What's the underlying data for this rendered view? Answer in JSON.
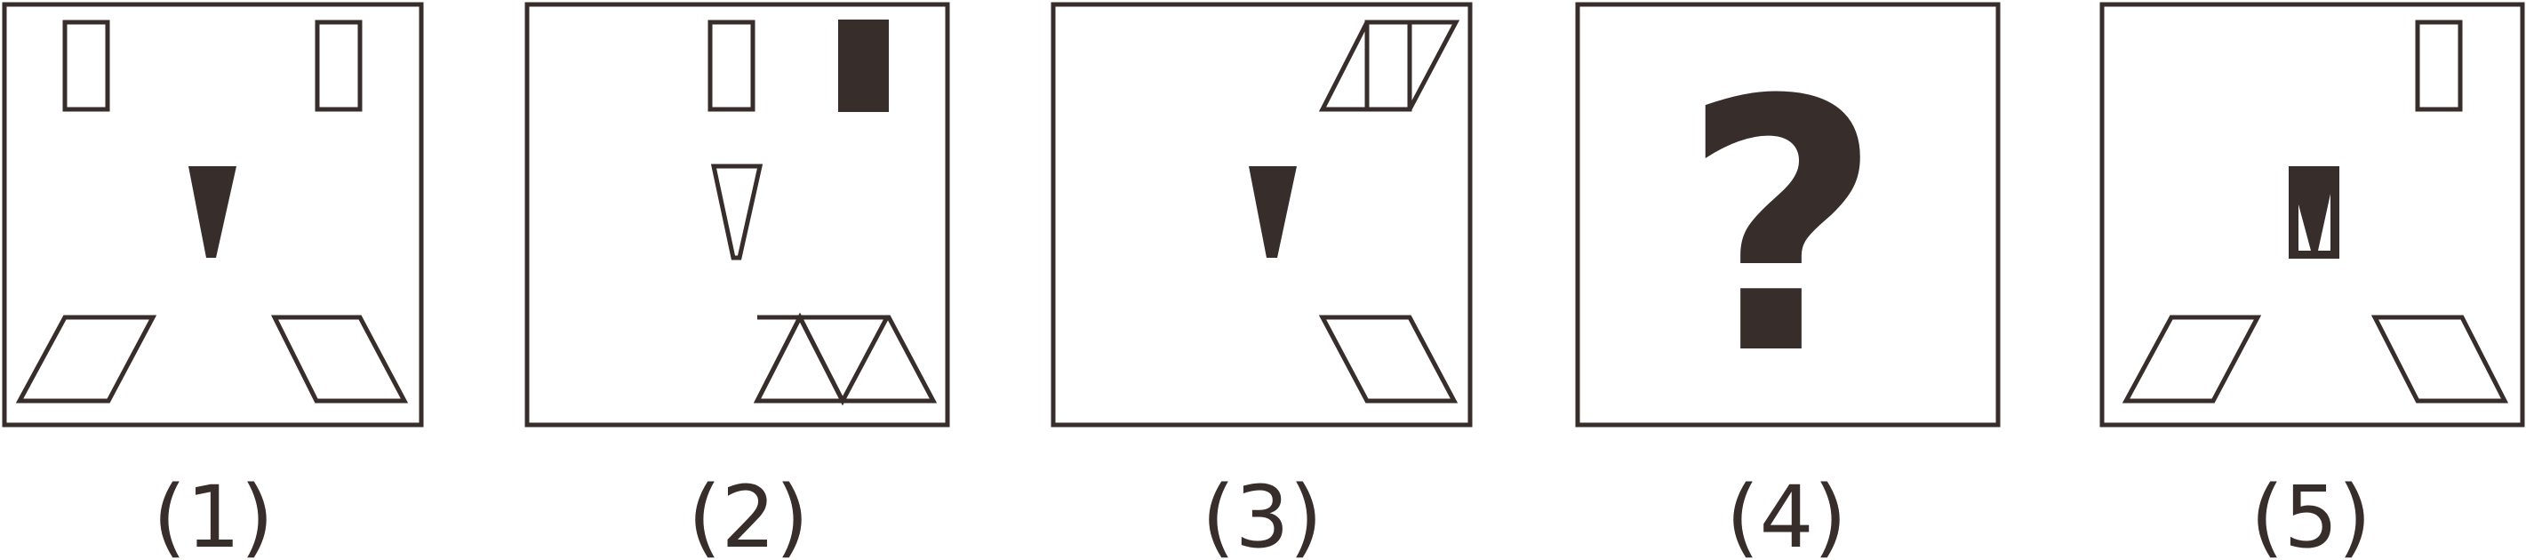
{
  "colors": {
    "ink": "#372d2a",
    "background": "#ffffff"
  },
  "panels": [
    {
      "caption": "(1)"
    },
    {
      "caption": "(2)"
    },
    {
      "caption": "(3)"
    },
    {
      "caption": "(4)",
      "symbol": "?"
    },
    {
      "caption": "(5)"
    }
  ]
}
